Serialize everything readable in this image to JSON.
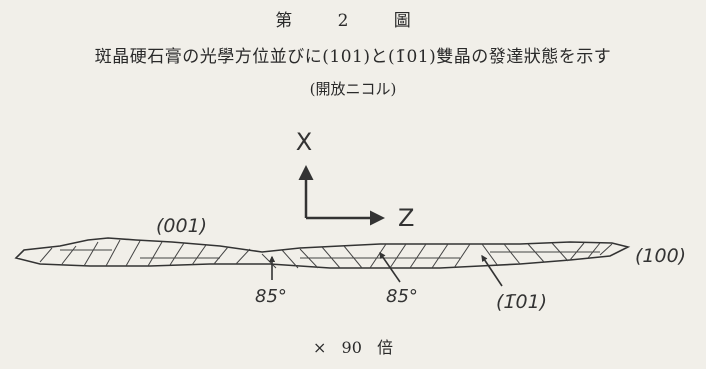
{
  "figure": {
    "number": "第 2 圖",
    "caption": "斑晶硬石膏の光學方位並びに(101)と(1̄01)雙晶の發達狀態を示す",
    "subcaption": "(開放ニコル)",
    "scale": "× 90 倍"
  },
  "drawing": {
    "axis_vertical": "X",
    "axis_horizontal": "Z",
    "face_top": "(001)",
    "face_right": "(100)",
    "angle_left": "85°",
    "angle_right": "85°",
    "twin_label": "(1̄01)"
  }
}
